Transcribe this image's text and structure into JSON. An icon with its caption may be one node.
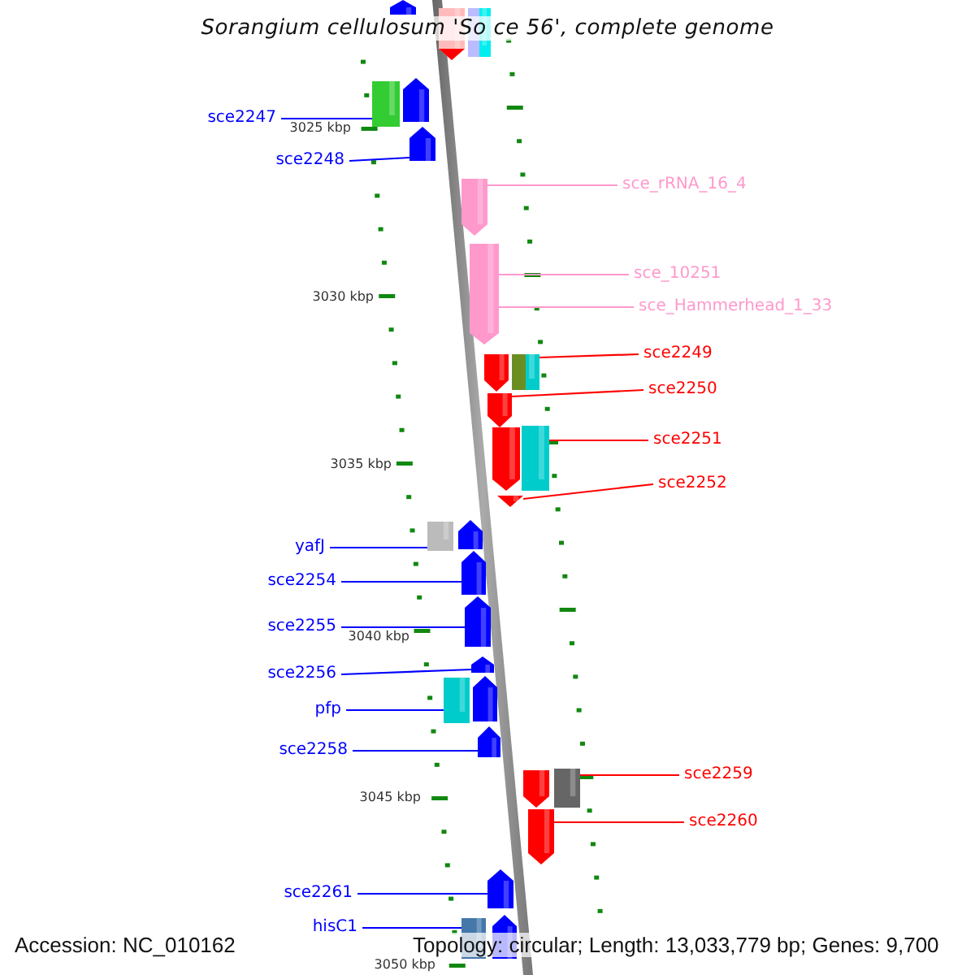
{
  "diagram": {
    "title": "Sorangium cellulosum 'So ce 56', complete genome",
    "nodes": [
      {
        "text": [],
        "shape": "arrow"
      },
      {
        "text": [],
        "shape": "arrow"
      },
      {
        "text": [],
        "shape": "box"
      },
      {
        "text": [
          "sce2247"
        ]
      },
      {
        "text": [],
        "shape": "box"
      },
      {
        "text": [],
        "shape": "arrow"
      },
      {
        "text": [
          "sce2248"
        ]
      },
      {
        "text": [],
        "shape": "arrow"
      },
      {
        "text": [],
        "shape": "arrow"
      },
      {
        "text": [
          "sce_rRNA_16_4"
        ]
      },
      {
        "text": [
          "sce_10251"
        ]
      },
      {
        "text": [],
        "shape": "arrow"
      },
      {
        "text": [
          "sce_Hammerhead_1_33"
        ]
      },
      {
        "text": [],
        "shape": "arrow"
      },
      {
        "text": [],
        "shape": "box"
      },
      {
        "text": [
          "sce2249"
        ]
      },
      {
        "text": [],
        "shape": "arrow"
      },
      {
        "text": [
          "sce2250"
        ]
      },
      {
        "text": [],
        "shape": "arrow"
      },
      {
        "text": [],
        "shape": "box"
      },
      {
        "text": [
          "sce2251"
        ]
      },
      {
        "text": [
          "sce2252"
        ]
      },
      {
        "text": [],
        "shape": "arrow"
      },
      {
        "text": [],
        "shape": "box"
      },
      {
        "text": [],
        "shape": "arrow"
      },
      {
        "text": [
          "yafJ"
        ]
      },
      {
        "text": [],
        "shape": "arrow"
      },
      {
        "text": [
          "sce2254"
        ]
      },
      {
        "text": [],
        "shape": "arrow"
      },
      {
        "text": [
          "sce2255"
        ]
      },
      {
        "text": [],
        "shape": "arrow"
      },
      {
        "text": [
          "sce2256"
        ]
      },
      {
        "text": [],
        "shape": "box"
      },
      {
        "text": [],
        "shape": "arrow"
      },
      {
        "text": [
          "pfp"
        ]
      },
      {
        "text": [
          "sce2258"
        ]
      },
      {
        "text": [],
        "shape": "arrow"
      },
      {
        "text": [],
        "shape": "arrow"
      },
      {
        "text": [],
        "shape": "box"
      },
      {
        "text": [
          "sce2259"
        ]
      },
      {
        "text": [
          "sce2260"
        ]
      },
      {
        "text": [],
        "shape": "arrow"
      },
      {
        "text": [],
        "shape": "arrow"
      },
      {
        "text": [
          "sce2261"
        ]
      },
      {
        "text": [],
        "shape": "box"
      },
      {
        "text": [
          "hisC1"
        ]
      },
      {
        "text": [],
        "shape": "arrow"
      }
    ],
    "edges": [
      {
        "from": 3,
        "to": 4,
        "arrow": "none"
      },
      {
        "from": 6,
        "to": 7,
        "arrow": "none"
      },
      {
        "from": 9,
        "to": 8,
        "arrow": "none",
        "color": "#ff99cc"
      },
      {
        "from": 10,
        "to": 11,
        "arrow": "none",
        "color": "#ff99cc"
      },
      {
        "from": 12,
        "to": 11,
        "arrow": "none",
        "color": "#ff99cc"
      },
      {
        "from": 15,
        "to": 14,
        "arrow": "none",
        "color": "#ff0000"
      },
      {
        "from": 17,
        "to": 16,
        "arrow": "none",
        "color": "#ff0000"
      },
      {
        "from": 20,
        "to": 19,
        "arrow": "none",
        "color": "#ff0000"
      },
      {
        "from": 21,
        "to": 22,
        "arrow": "none",
        "color": "#ff0000"
      },
      {
        "from": 25,
        "to": 23,
        "arrow": "none"
      },
      {
        "from": 27,
        "to": 26,
        "arrow": "none"
      },
      {
        "from": 29,
        "to": 28,
        "arrow": "none"
      },
      {
        "from": 31,
        "to": 30,
        "arrow": "none"
      },
      {
        "from": 34,
        "to": 32,
        "arrow": "none"
      },
      {
        "from": 35,
        "to": 36,
        "arrow": "none"
      },
      {
        "from": 39,
        "to": 38,
        "arrow": "none",
        "color": "#ff0000"
      },
      {
        "from": 40,
        "to": 41,
        "arrow": "none",
        "color": "#ff0000"
      },
      {
        "from": 43,
        "to": 42,
        "arrow": "none"
      },
      {
        "from": 45,
        "to": 44,
        "arrow": "none"
      }
    ],
    "labels": [
      "3025 kbp",
      "3030 kbp",
      "3035 kbp",
      "3040 kbp",
      "3045 kbp",
      "3050 kbp",
      "Accession: NC_010162",
      "Topology: circular; Length: 13,033,779 bp; Genes: 9,700"
    ]
  }
}
